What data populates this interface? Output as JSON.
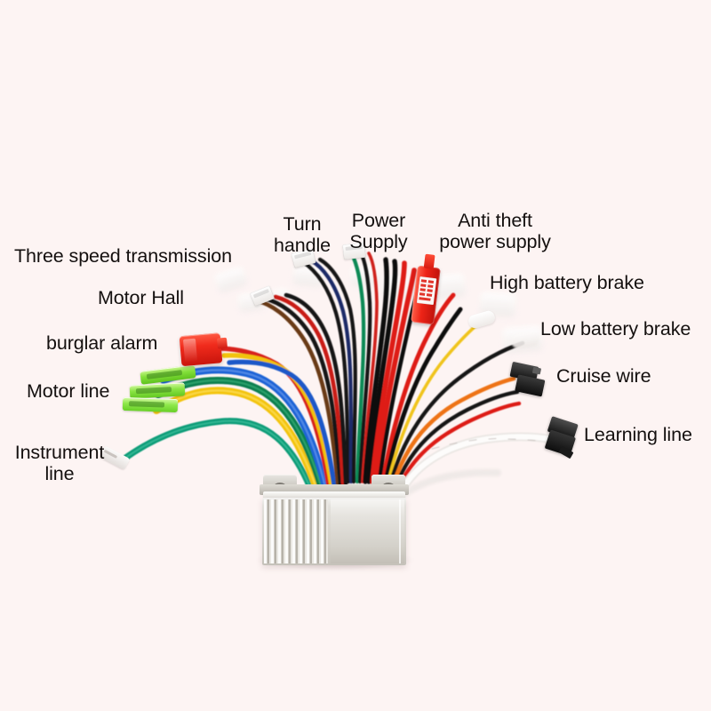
{
  "image": {
    "subject": "electric bike brushless motor controller with labeled wire harness",
    "background_color": "#fdf4f3"
  },
  "labels": [
    {
      "id": "three-speed-transmission",
      "text": "Three speed transmission"
    },
    {
      "id": "motor-hall",
      "text": "Motor Hall"
    },
    {
      "id": "burglar-alarm",
      "text": "burglar alarm"
    },
    {
      "id": "motor-line",
      "text": "Motor line"
    },
    {
      "id": "instrument-line",
      "text": "Instrument\nline"
    },
    {
      "id": "turn-handle",
      "text": "Turn\nhandle"
    },
    {
      "id": "power-supply",
      "text": "Power\nSupply"
    },
    {
      "id": "anti-theft-power-supply",
      "text": "Anti theft\npower supply"
    },
    {
      "id": "high-battery-brake",
      "text": "High battery brake"
    },
    {
      "id": "low-battery-brake",
      "text": "Low battery brake"
    },
    {
      "id": "cruise-wire",
      "text": "Cruise wire"
    },
    {
      "id": "learning-line",
      "text": "Learning line"
    }
  ],
  "connectors": [
    {
      "id": "motor-line-bullets",
      "kind": "bullet-terminal",
      "color": "#7ee33a",
      "count": 3
    },
    {
      "id": "burglar-alarm-plug",
      "kind": "rectangular-plug",
      "color": "#ee2417"
    },
    {
      "id": "anti-theft-plug",
      "kind": "labeled-plug",
      "color": "#ee2417"
    },
    {
      "id": "cruise-wire-plug",
      "kind": "sm-plug",
      "color": "#171717"
    },
    {
      "id": "learning-line-plug",
      "kind": "sm-plug",
      "color": "#171717"
    },
    {
      "id": "instrument-line-tip",
      "kind": "pin-terminal",
      "color": "#f2f0ee"
    },
    {
      "id": "jst-white-connectors",
      "kind": "jst-plug",
      "color": "#fbfbfb",
      "count": 6
    }
  ],
  "wire_colors": {
    "motor_blue": "#1f63d6",
    "motor_green": "#0d8a5e",
    "motor_yellow": "#f2c406",
    "instrument_teal": "#11a07a",
    "power_red": "#e01b14",
    "power_black": "#151515",
    "hall_brown": "#6a3a18",
    "hall_navy": "#172a6b",
    "brake_orange": "#ef7313",
    "brake_yellow": "#f5c623",
    "white_sheath": "#f7f5f3",
    "cruise_red": "#e01b14"
  },
  "controller": {
    "body_label": "aluminum heat sink controller",
    "finish": "#d6d3cc"
  }
}
